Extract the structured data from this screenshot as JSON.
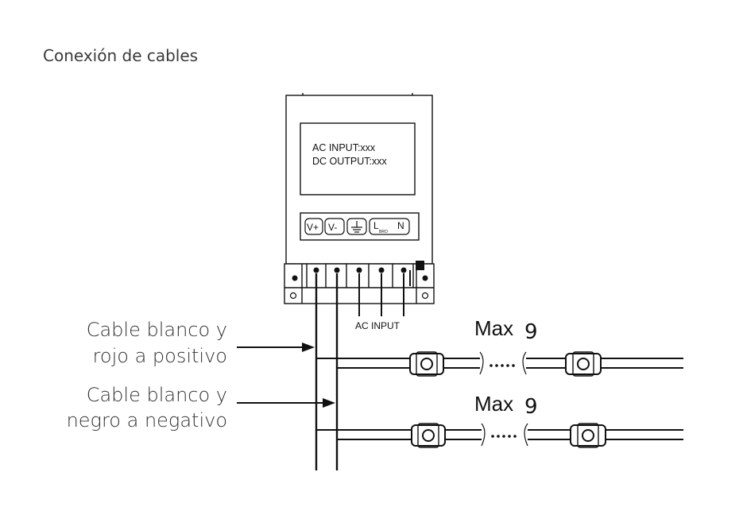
{
  "heading": "Conexión de cables",
  "panel": {
    "line1": "AC INPUT:xxx",
    "line2": "DC OUTPUT:xxx"
  },
  "terminals": {
    "vplus": "V+",
    "vminus": "V-",
    "live": "L",
    "neutral": "N",
    "live_sub": "BRO"
  },
  "ac_input_label": "AC INPUT",
  "labels": {
    "positive_line1": "Cable blanco y",
    "positive_line2": "rojo a positivo",
    "negative_line1": "Cable blanco y",
    "negative_line2": "negro a negativo"
  },
  "strings": [
    {
      "max_word": "Max",
      "max_value": "9"
    },
    {
      "max_word": "Max",
      "max_value": "9"
    }
  ],
  "colors": {
    "line": "#111111",
    "heading": "#3a3a3a",
    "label": "#333333"
  }
}
